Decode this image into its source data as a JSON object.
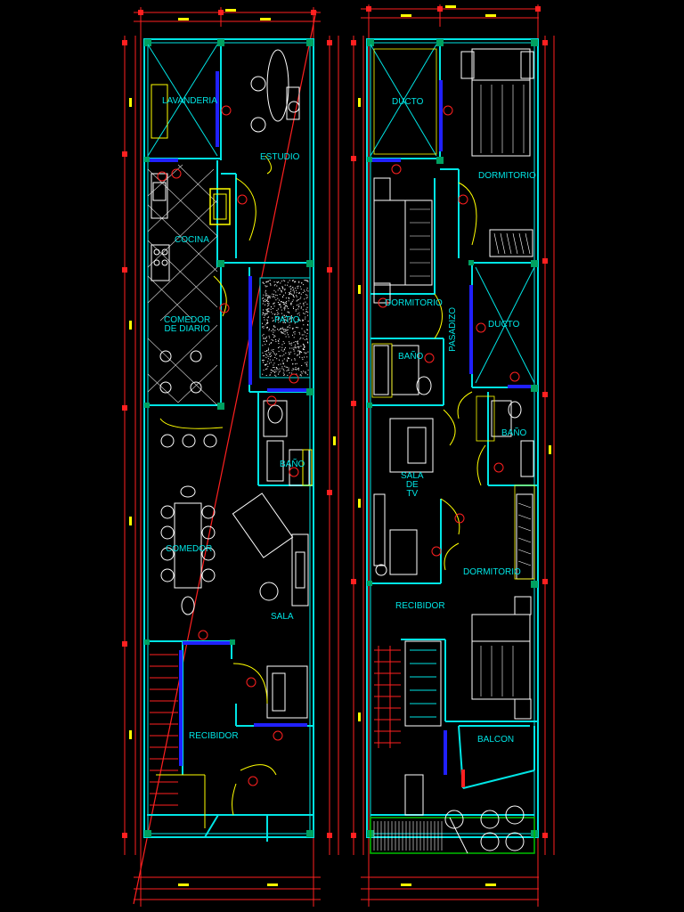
{
  "drawing": {
    "colors": {
      "background": "#000000",
      "wall": "#00e5e5",
      "dimension": "#ff2020",
      "window": "#2020ff",
      "column": "#00a060",
      "furniture": "#ffffff",
      "accent": "#ffff00",
      "garden": "#00c000"
    }
  },
  "plan_left": {
    "rooms": {
      "lavanderia": "LAVANDERIA",
      "estudio": "ESTUDIO",
      "cocina": "COCINA",
      "comedor_diario": "COMEDOR\nDE DIARIO",
      "patio": "PATIO",
      "bano": "BAÑO",
      "comedor": "COMEDOR",
      "sala": "SALA",
      "recibidor": "RECIBIDOR"
    }
  },
  "plan_right": {
    "rooms": {
      "ducto_top": "DUCTO",
      "dormitorio_top": "DORMITORIO",
      "dormitorio_left": "DORMITORIO",
      "pasadizo": "PASADIZO",
      "ducto_mid": "DUCTO",
      "bano_left": "BAÑO",
      "bano_right": "BAÑO",
      "sala_tv": "SALA\nDE\nTV",
      "dormitorio_bottom": "DORMITORIO",
      "recibidor": "RECIBIDOR",
      "balcon": "BALCON"
    }
  }
}
